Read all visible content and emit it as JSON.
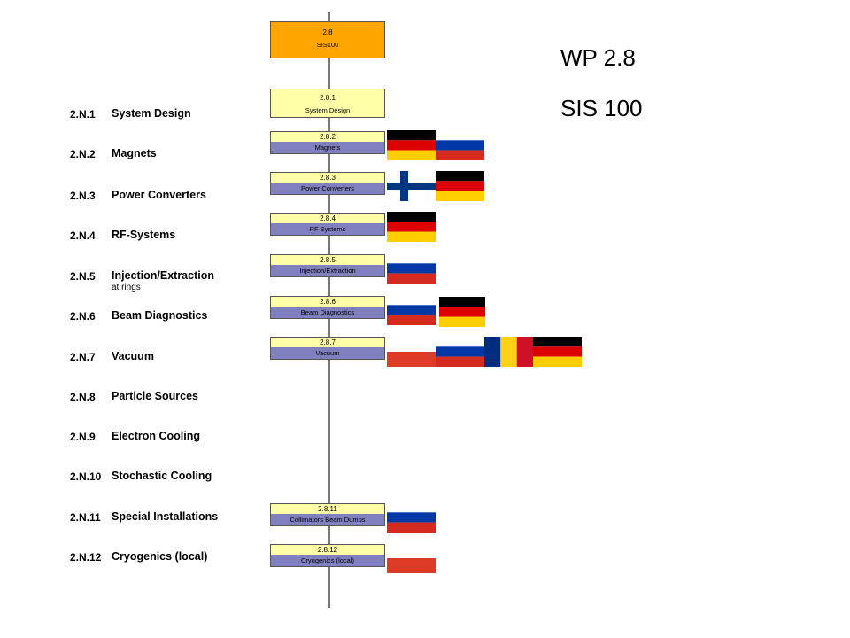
{
  "title": {
    "line1": "WP 2.8",
    "line2": "SIS 100"
  },
  "top_box": {
    "num": "2.8",
    "name": "SIS100",
    "color": "#ffa500"
  },
  "rows": [
    {
      "code": "2.N.1",
      "label": "System Design",
      "box_num": "2.8.1",
      "box_name": "System Design",
      "flags": []
    },
    {
      "code": "2.N.2",
      "label": "Magnets",
      "box_num": "2.8.2",
      "box_name": "Magnets",
      "flags": [
        "germany",
        "russia"
      ]
    },
    {
      "code": "2.N.3",
      "label": "Power Converters",
      "box_num": "2.8.3",
      "box_name": "Power Converters",
      "flags": [
        "finland",
        "germany"
      ]
    },
    {
      "code": "2.N.4",
      "label": "RF-Systems",
      "box_num": "2.8.4",
      "box_name": "RF Systems",
      "flags": [
        "germany"
      ]
    },
    {
      "code": "2.N.5",
      "label": "Injection/Extraction",
      "sublabel": "at rings",
      "box_num": "2.8.5",
      "box_name": "Injection/Extraction",
      "flags": [
        "russia"
      ]
    },
    {
      "code": "2.N.6",
      "label": "Beam Diagnostics",
      "box_num": "2.8.6",
      "box_name": "Beam Diagnostics",
      "flags": [
        "russia",
        "germany"
      ]
    },
    {
      "code": "2.N.7",
      "label": "Vacuum",
      "box_num": "2.8.7",
      "box_name": "Vacuum",
      "flags": [
        "poland",
        "russia",
        "romania",
        "germany"
      ]
    },
    {
      "code": "2.N.8",
      "label": "Particle Sources"
    },
    {
      "code": "2.N.9",
      "label": "Electron Cooling"
    },
    {
      "code": "2.N.10",
      "label": "Stochastic Cooling"
    },
    {
      "code": "2.N.11",
      "label": "Special Installations",
      "box_num": "2.8.11",
      "box_name": "Collimators Beam Dumps",
      "flags": [
        "russia"
      ]
    },
    {
      "code": "2.N.12",
      "label": "Cryogenics (local)",
      "box_num": "2.8.12",
      "box_name": "Cryogenics (local)",
      "flags": [
        "poland"
      ]
    }
  ],
  "colors": {
    "box_yellow": "#ffffa8",
    "box_blue": "#8080c0",
    "top_orange": "#ffa500",
    "spine": "#777777"
  }
}
